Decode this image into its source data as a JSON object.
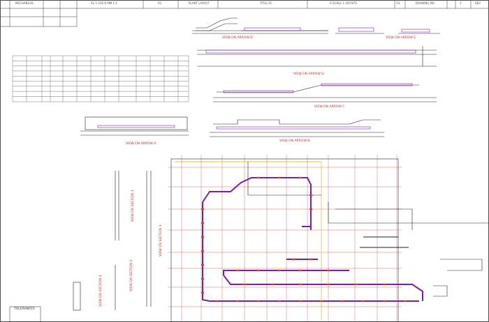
{
  "title_block": {
    "cells": [
      "MECHANICAL",
      "A2  1:100  B  MM  1:1",
      "A1",
      "PLANT LAYOUT",
      "TITLE  01",
      "A  SCALE  1:100  NTS",
      "A3",
      "DRAWING NO",
      "1",
      "REV"
    ]
  },
  "views": {
    "top_left": "VIEW ON ARROW  D",
    "top_right": "VIEW ON ARROW  E",
    "middle_right": "VIEW ON ARROW  D",
    "middle_right_b": "VIEW ON ARROW  C",
    "left_mid": "VIEW ON ARROW  A",
    "right_mid": "VIEW ON ARROW  B",
    "section_1": "VIEW ON SECTION  1",
    "section_2": "VIEW ON SECTION  2",
    "section_3": "VIEW ON SECTION  3",
    "section_4": "VIEW ON SECTION  4"
  },
  "legend": {
    "title": "TOLERANCES"
  },
  "colors": {
    "conveyor": "#7b1fa2",
    "marker": "#e53935",
    "line": "#222222",
    "grid": "#c0392b",
    "yellow": "#d4ac0d"
  }
}
